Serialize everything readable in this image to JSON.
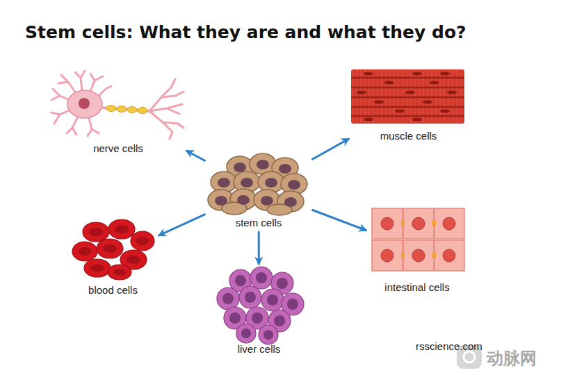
{
  "diagram": {
    "title": "Stem cells: What they are and what they do?",
    "nodes": [
      {
        "text": [
          "nerve cells"
        ]
      },
      {
        "text": [
          "muscle cells"
        ]
      },
      {
        "text": [
          "stem cells"
        ]
      },
      {
        "text": [
          "blood cells"
        ]
      },
      {
        "text": [
          "intestinal cells"
        ]
      },
      {
        "text": [
          "liver cells"
        ]
      }
    ],
    "edges": [
      {
        "from": 2,
        "to": 0,
        "arrow": "to"
      },
      {
        "from": 2,
        "to": 1,
        "arrow": "to"
      },
      {
        "from": 2,
        "to": 3,
        "arrow": "to"
      },
      {
        "from": 2,
        "to": 4,
        "arrow": "to"
      },
      {
        "from": 2,
        "to": 5,
        "arrow": "to"
      }
    ],
    "labels": [
      "rsscience.com",
      "动脉网"
    ]
  }
}
